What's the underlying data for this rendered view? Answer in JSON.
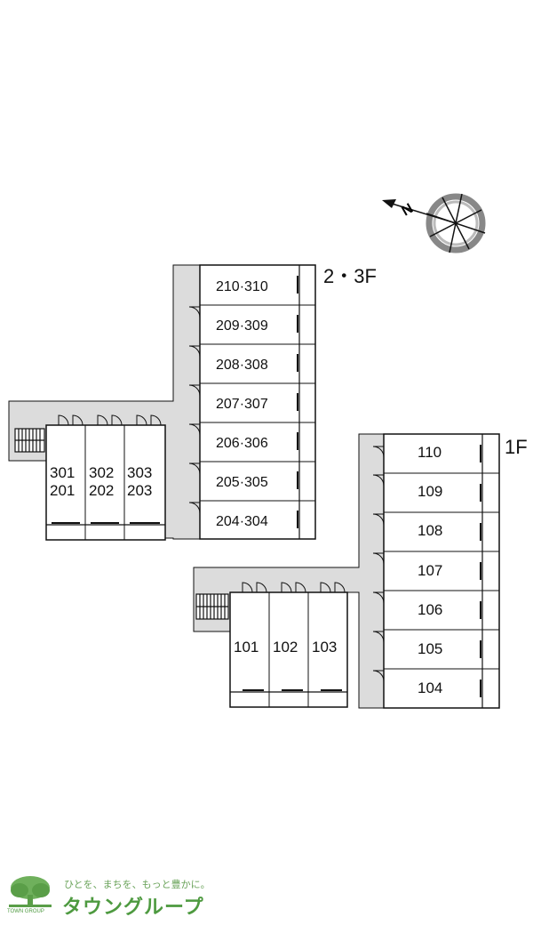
{
  "floors": {
    "upper": {
      "label": "2・3F",
      "column_units": [
        "210·310",
        "209·309",
        "208·308",
        "207·307",
        "206·306",
        "205·305",
        "204·304"
      ],
      "wing_units": [
        {
          "top": "301",
          "bottom": "201"
        },
        {
          "top": "302",
          "bottom": "202"
        },
        {
          "top": "303",
          "bottom": "203"
        }
      ]
    },
    "ground": {
      "label": "1F",
      "column_units": [
        "110",
        "109",
        "108",
        "107",
        "106",
        "105",
        "104"
      ],
      "wing_units": [
        "101",
        "102",
        "103"
      ]
    }
  },
  "compass": {
    "north_label": "N"
  },
  "logo": {
    "tagline": "ひとを、まちを、もっと豊かに。",
    "brand": "タウングループ",
    "group": "TOWN GROUP"
  },
  "colors": {
    "corridor": "#dcdcdc",
    "line": "#111111",
    "brand_green": "#4e9a40"
  }
}
